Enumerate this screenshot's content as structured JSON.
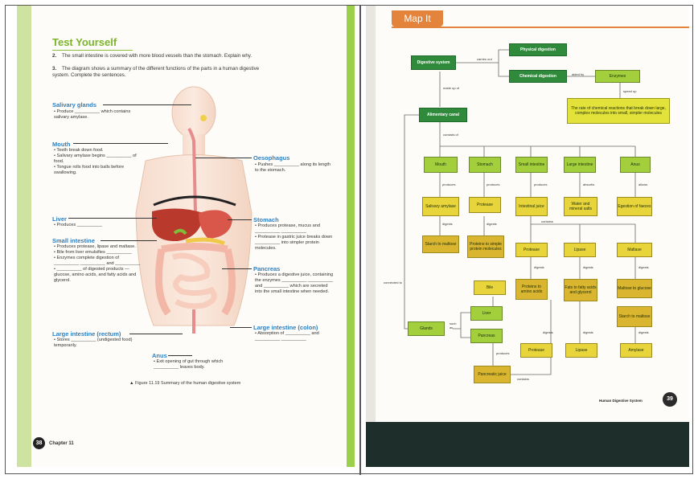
{
  "left": {
    "title": "Test Yourself",
    "questions": [
      {
        "num": "2.",
        "text": "The small intestine is covered with more blood vessels than the stomach. Explain why."
      },
      {
        "num": "3.",
        "text": "The diagram shows a summary of the different functions of the parts in a human digestive system. Complete the sentences."
      }
    ],
    "labels": {
      "salivary": {
        "title": "Salivary glands",
        "text": "• Produce __________ which contains salivary amylase."
      },
      "mouth": {
        "title": "Mouth",
        "text": "• Teeth break down food.\n• Salivary amylase begins __________ of food.\n• Tongue rolls food into balls before swallowing."
      },
      "oesophagus": {
        "title": "Oesophagus",
        "text": "• Pushes __________ along its length to the stomach."
      },
      "liver": {
        "title": "Liver",
        "text": "• Produces __________"
      },
      "stomach": {
        "title": "Stomach",
        "text": "• Produces protease, mucus and __________ __________\n• Protease in gastric juice breaks down __________ into simpler protein molecules."
      },
      "small_intestine": {
        "title": "Small intestine",
        "text": "• Produces protease, lipase and maltase.\n• Bile from liver emulsifies __________\n• Enzymes complete digestion of __________ __________ and __________\n• __________ of digested products — glucose, amino acids, and fatty acids and glycerol."
      },
      "pancreas": {
        "title": "Pancreas",
        "text": "• Produces a digestive juice, containing the enzymes __________ __________ and __________ which are secreted into the small intestine when needed."
      },
      "large_rectum": {
        "title": "Large intestine (rectum)",
        "text": "• Stores __________ (undigested food) temporarily."
      },
      "large_colon": {
        "title": "Large intestine (colon)",
        "text": "• Absorption of __________ and __________ __________"
      },
      "anus": {
        "title": "Anus",
        "text": "• Exit opening of gut through which __________ leaves body."
      }
    },
    "caption": "▲ Figure 11.19  Summary of the human digestive system",
    "page_number": "38",
    "chapter": "Chapter 11"
  },
  "right": {
    "tab": "Map It",
    "nodes": {
      "digestive_system": "Digestive system",
      "physical": "Physical digestion",
      "chemical": "Chemical digestion",
      "enzymes": "Enzymes",
      "rate": "The rate of chemical reactions that break down large, complex molecules into small, simpler molecules",
      "canal": "Alimentary canal",
      "mouth": "Mouth",
      "stomach": "Stomach",
      "small": "Small intestine",
      "large": "Large intestine",
      "anus": "Anus",
      "sal_amylase": "Salivary amylase",
      "protease1": "Protease",
      "intestinal": "Intestinal juice",
      "water": "Water and mineral salts",
      "egestion": "Egestion of faeces",
      "starch_maltose": "Starch to maltose",
      "proteins_simple": "Proteins to simple protein molecules",
      "protease2": "Protease",
      "lipase1": "Lipase",
      "maltase": "Maltase",
      "bile": "Bile",
      "proteins_amino": "Proteins to amino acids",
      "fats": "Fats to fatty acids and glycerol",
      "maltose_glucose": "Maltose to glucose",
      "liver": "Liver",
      "glands": "Glands",
      "starch_maltose2": "Starch to maltose",
      "pancreas": "Pancreas",
      "protease3": "Protease",
      "lipase2": "Lipase",
      "amylase": "Amylase",
      "pancreatic": "Pancreatic juice"
    },
    "edges": {
      "carries_out": "carries out",
      "aided_by": "aided by",
      "speed_up": "speed up",
      "made_up_of": "made up of",
      "consists_of": "consists of",
      "produces_a": "produces",
      "produces_b": "produces",
      "produces_c": "produces",
      "absorbs": "absorbs",
      "allows": "allows",
      "digests_a": "digests",
      "digests_b": "digests",
      "contains_a": "contains",
      "digests_c": "digests",
      "digests_d": "digests",
      "digests_e": "digests",
      "connected_to": "connected to",
      "such_as": "such as",
      "produces_d": "produces",
      "digests_f": "digests",
      "digests_g": "digests",
      "digests_h": "digests",
      "contains_b": "contains"
    },
    "footer": "Human Digestive System",
    "page_number": "39"
  },
  "colors": {
    "accent_green": "#7cb32a",
    "label_blue": "#2d7fc1",
    "map_orange": "#e4833b",
    "node_dark_green": "#2f8a3b",
    "node_light_green": "#a3cf3c",
    "node_yellow": "#e8d53c"
  }
}
